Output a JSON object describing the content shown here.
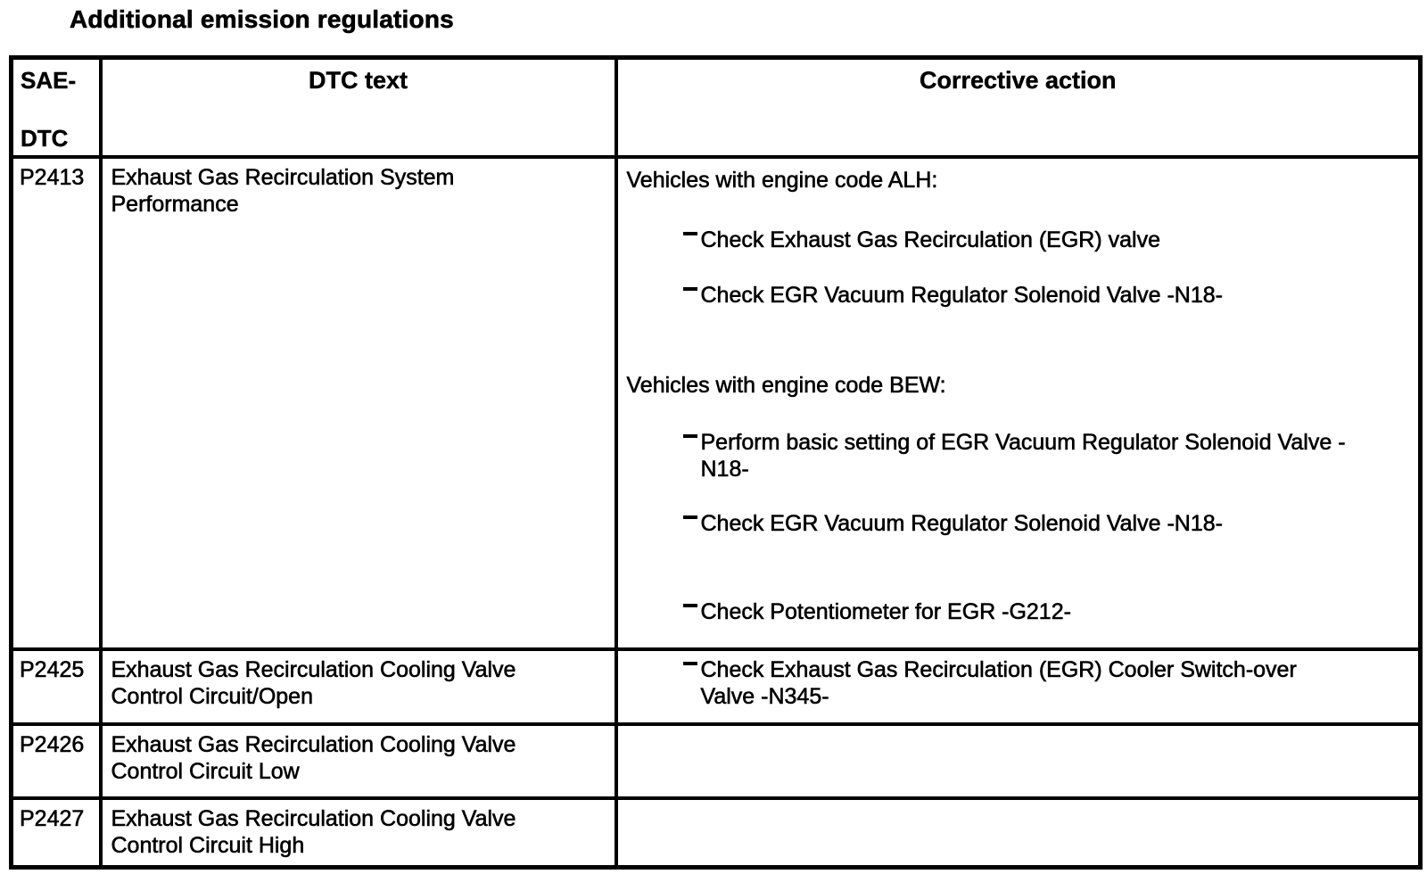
{
  "document": {
    "title": "Additional emission regulations"
  },
  "table": {
    "headers": {
      "sae_dtc_line1": "SAE-",
      "sae_dtc_line2": "DTC",
      "dtc_text": "DTC text",
      "corrective_action": "Corrective action"
    },
    "rows": [
      {
        "code": "P2413",
        "dtc_text": "Exhaust Gas Recirculation System Performance",
        "corrective": [
          {
            "type": "label",
            "text": "Vehicles with engine code ALH:"
          },
          {
            "type": "bullet",
            "text": "Check Exhaust Gas Recirculation (EGR) valve"
          },
          {
            "type": "bullet",
            "text": "Check EGR Vacuum Regulator Solenoid Valve -N18-"
          },
          {
            "type": "label",
            "text": "Vehicles with engine code BEW:"
          },
          {
            "type": "bullet",
            "text": "Perform basic setting of EGR Vacuum Regulator Solenoid Valve -N18-"
          },
          {
            "type": "bullet",
            "text": "Check EGR Vacuum Regulator Solenoid Valve -N18-"
          },
          {
            "type": "bullet",
            "text": "Check Potentiometer for EGR -G212-"
          }
        ]
      },
      {
        "code": "P2425",
        "dtc_text": "Exhaust Gas Recirculation Cooling Valve Control Circuit/Open",
        "corrective": [
          {
            "type": "bullet",
            "text": "Check Exhaust Gas Recirculation (EGR) Cooler Switch-over Valve -N345-"
          }
        ]
      },
      {
        "code": "P2426",
        "dtc_text": "Exhaust Gas Recirculation Cooling Valve Control Circuit Low",
        "corrective": []
      },
      {
        "code": "P2427",
        "dtc_text": "Exhaust Gas Recirculation Cooling Valve Control Circuit High",
        "corrective": []
      }
    ]
  },
  "colors": {
    "text": "#000000",
    "background": "#ffffff",
    "border": "#000000"
  }
}
